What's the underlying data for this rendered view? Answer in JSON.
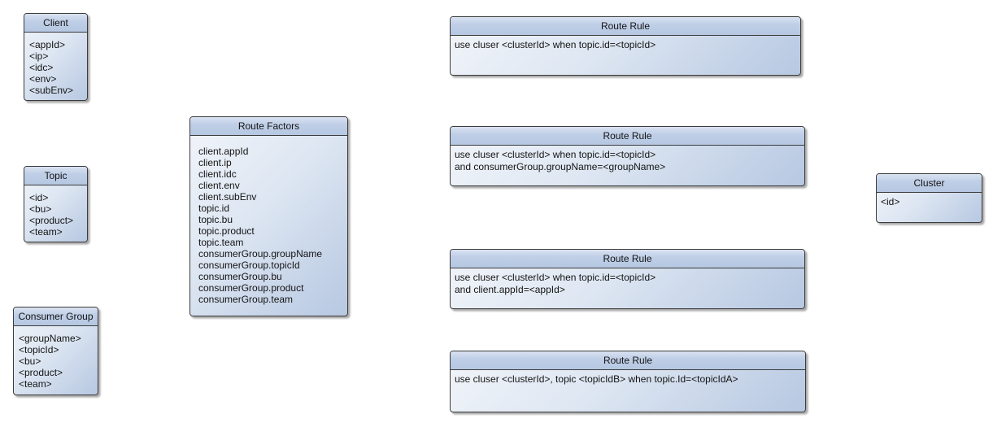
{
  "diagram": {
    "background_color": "#ffffff",
    "colors": {
      "node_border": "#3c3c3c",
      "header_gradient_top": "#d9e2f1",
      "header_gradient_bottom": "#b5c7e2",
      "body_gradient_start": "#f2f5fa",
      "body_gradient_end": "#b7c8e2",
      "text": "#141414",
      "shadow": "#3c3c3c"
    },
    "nodes": [
      {
        "id": "client",
        "title": "Client",
        "lines": [
          "<appId>",
          "<ip>",
          "<idc>",
          "<env>",
          "<subEnv>"
        ]
      },
      {
        "id": "topic",
        "title": "Topic",
        "lines": [
          "<id>",
          "<bu>",
          "<product>",
          "<team>"
        ]
      },
      {
        "id": "consumer-group",
        "title": "Consumer Group",
        "lines": [
          "<groupName>",
          "<topicId>",
          "<bu>",
          "<product>",
          "<team>"
        ]
      },
      {
        "id": "route-factors",
        "title": "Route Factors",
        "lines": [
          "client.appId",
          "client.ip",
          "client.idc",
          "client.env",
          "client.subEnv",
          "topic.id",
          "topic.bu",
          "topic.product",
          "topic.team",
          "consumerGroup.groupName",
          "consumerGroup.topicId",
          "consumerGroup.bu",
          "consumerGroup.product",
          "consumerGroup.team"
        ]
      },
      {
        "id": "route-rule-1",
        "title": "Route Rule",
        "lines": [
          "use cluser <clusterId> when topic.id=<topicId>"
        ]
      },
      {
        "id": "route-rule-2",
        "title": "Route Rule",
        "lines": [
          "use cluser <clusterId> when topic.id=<topicId>",
          "and consumerGroup.groupName=<groupName>"
        ]
      },
      {
        "id": "route-rule-3",
        "title": "Route Rule",
        "lines": [
          "use cluser <clusterId> when topic.id=<topicId>",
          "and client.appId=<appId>"
        ]
      },
      {
        "id": "route-rule-4",
        "title": "Route Rule",
        "lines": [
          "use cluser <clusterId>, topic <topicIdB> when topic.Id=<topicIdA>"
        ]
      },
      {
        "id": "cluster",
        "title": "Cluster",
        "lines": [
          "<id>"
        ]
      }
    ]
  }
}
